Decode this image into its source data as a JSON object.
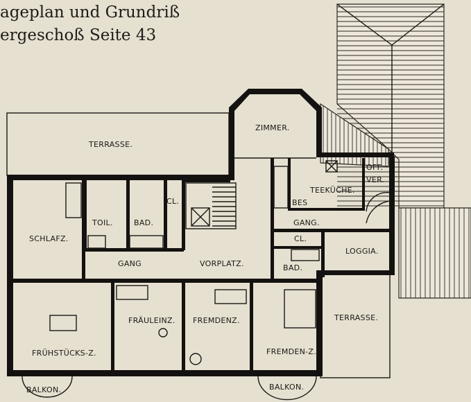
{
  "caption": {
    "line1": "ageplan und Grundriß",
    "line2": "ergeschoß Seite 43"
  },
  "rooms": {
    "zimmer": "ZIMMER.",
    "terrasse_top": "TERRASSE.",
    "schlafz": "SCHLAFZ.",
    "toil": "TOIL.",
    "bad1": "BAD.",
    "cl1": "CL.",
    "bes": "BES",
    "teekueche": "TEEKÜCHE.",
    "offver1": "OFF.",
    "offver2": "VER.",
    "gang_right": "GANG.",
    "cl2": "CL.",
    "loggia": "LOGGIA.",
    "gang_mid": "GANG",
    "vorplatz": "VORPLATZ.",
    "bad2": "BAD.",
    "fruehstuecks": "FRÜHSTÜCKS-Z.",
    "fraeulein": "FRÄULEINZ.",
    "fremdenz1": "FREMDENZ.",
    "fremdenz2": "FREMDEN-Z.",
    "terrasse_right": "TERRASSE.",
    "balkon1": "BALKON.",
    "balkon2": "BALKON."
  }
}
